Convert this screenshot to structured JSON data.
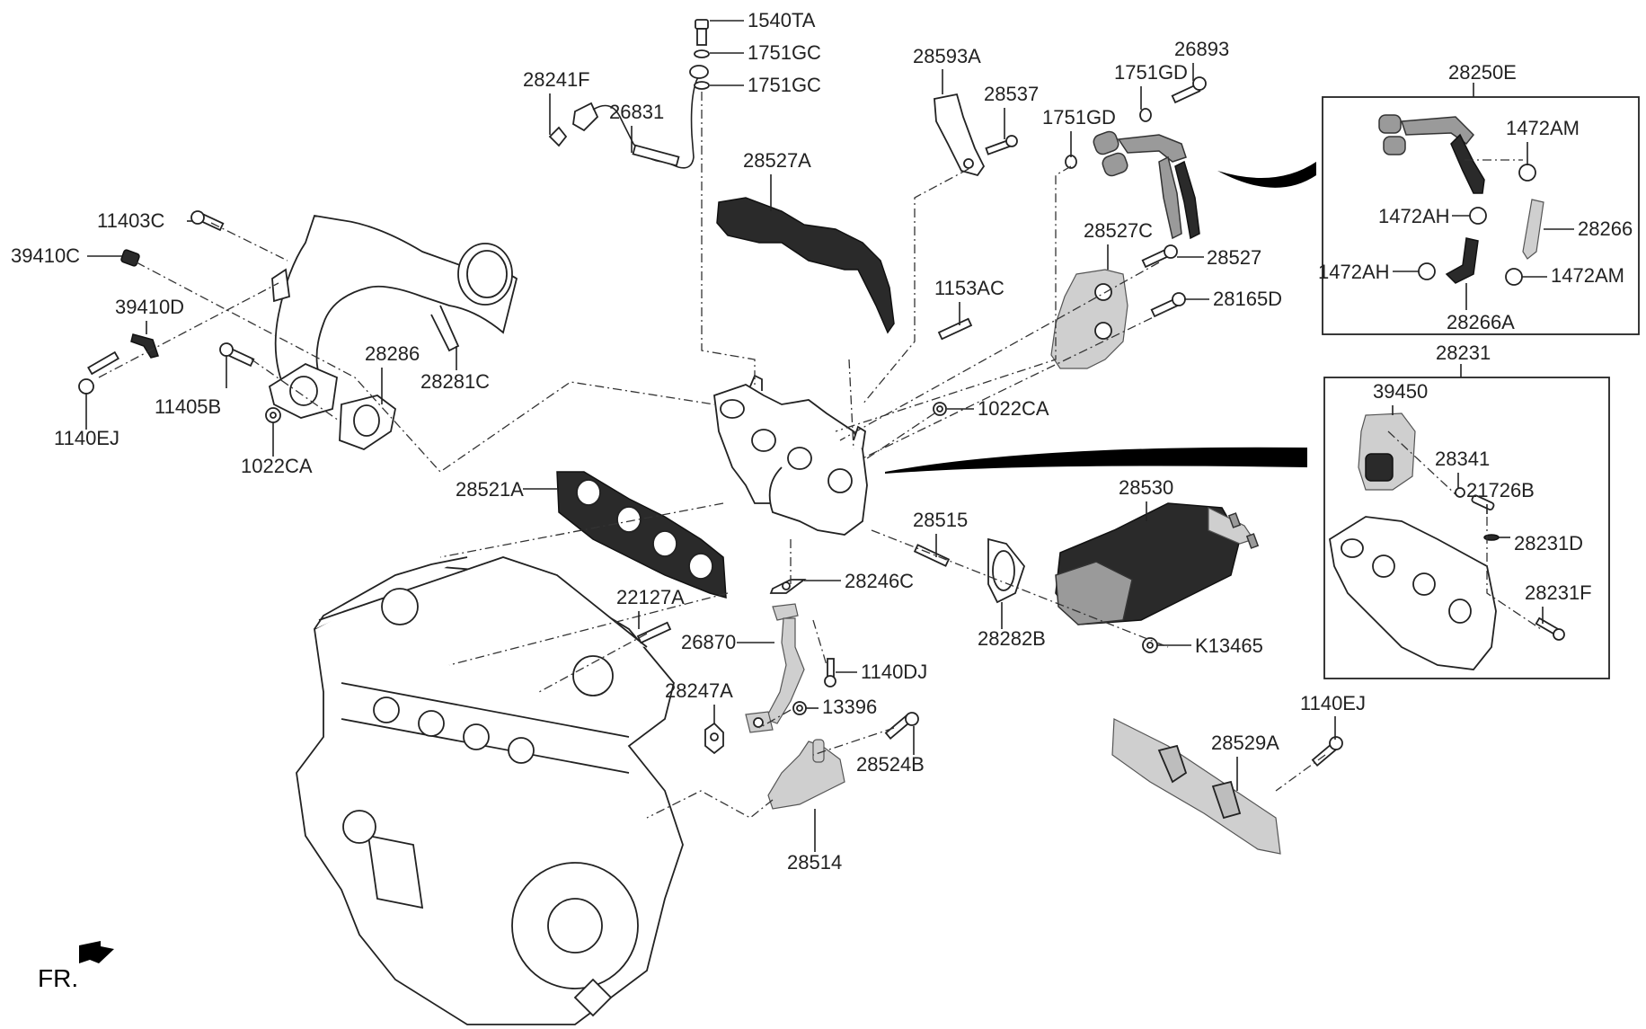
{
  "diagram": {
    "type": "exploded-parts-diagram",
    "orientation_label": "FR.",
    "groups": {
      "water_pipe_kit": {
        "label": "28250E",
        "parts": [
          "1472AM",
          "1472AH",
          "28266",
          "1472AH",
          "1472AM",
          "28266A"
        ]
      },
      "turbo_manifold_kit": {
        "label": "28231",
        "parts": [
          "39450",
          "28341",
          "21726B",
          "28231D",
          "28231F"
        ]
      }
    },
    "labels": [
      {
        "id": "1540TA"
      },
      {
        "id": "1751GC"
      },
      {
        "id": "1751GC"
      },
      {
        "id": "28241F"
      },
      {
        "id": "26831"
      },
      {
        "id": "28593A"
      },
      {
        "id": "28537"
      },
      {
        "id": "26893"
      },
      {
        "id": "1751GD"
      },
      {
        "id": "1751GD"
      },
      {
        "id": "28527A"
      },
      {
        "id": "11403C"
      },
      {
        "id": "39410C"
      },
      {
        "id": "39410D"
      },
      {
        "id": "1140EJ"
      },
      {
        "id": "11405B"
      },
      {
        "id": "1022CA"
      },
      {
        "id": "28286"
      },
      {
        "id": "28281C"
      },
      {
        "id": "28527C"
      },
      {
        "id": "28527"
      },
      {
        "id": "28165D"
      },
      {
        "id": "1153AC"
      },
      {
        "id": "1022CA"
      },
      {
        "id": "28521A"
      },
      {
        "id": "28515"
      },
      {
        "id": "28530"
      },
      {
        "id": "28246C"
      },
      {
        "id": "22127A"
      },
      {
        "id": "26870"
      },
      {
        "id": "1140DJ"
      },
      {
        "id": "28247A"
      },
      {
        "id": "13396"
      },
      {
        "id": "28524B"
      },
      {
        "id": "28514"
      },
      {
        "id": "28282B"
      },
      {
        "id": "K13465"
      },
      {
        "id": "1140EJ"
      },
      {
        "id": "28529A"
      },
      {
        "id": "28250E"
      },
      {
        "id": "1472AM"
      },
      {
        "id": "1472AH"
      },
      {
        "id": "28266"
      },
      {
        "id": "1472AH"
      },
      {
        "id": "1472AM"
      },
      {
        "id": "28266A"
      },
      {
        "id": "28231"
      },
      {
        "id": "39450"
      },
      {
        "id": "28341"
      },
      {
        "id": "21726B"
      },
      {
        "id": "28231D"
      },
      {
        "id": "28231F"
      }
    ]
  }
}
